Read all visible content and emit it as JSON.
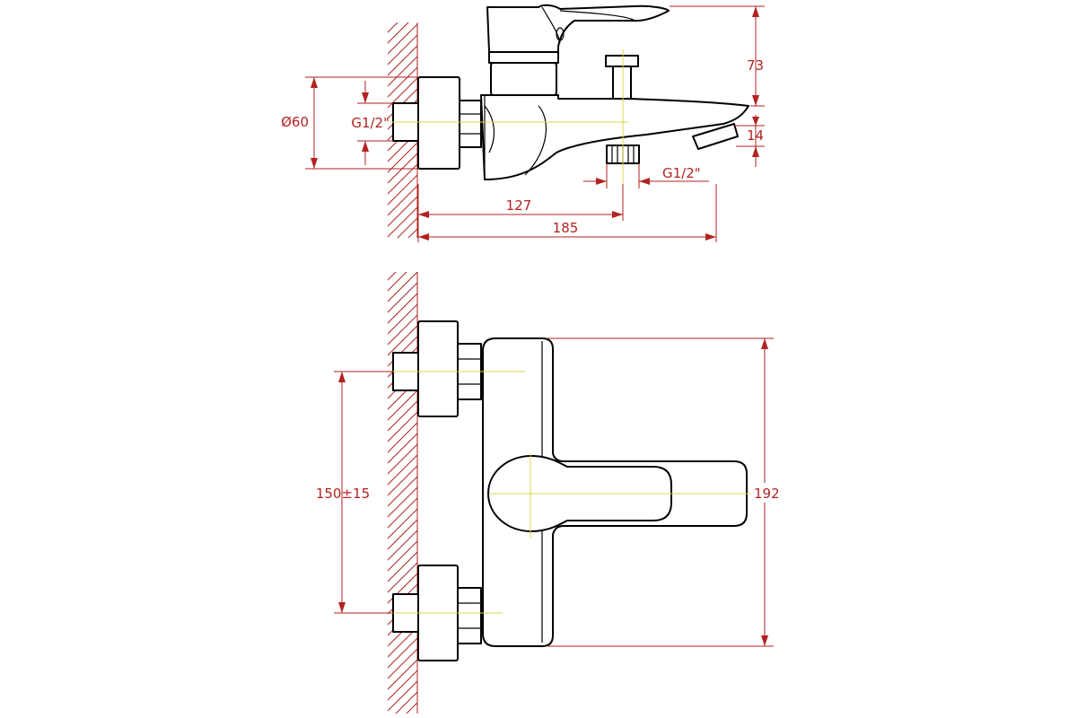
{
  "colors": {
    "outline": "#000000",
    "dimension": "#b22222",
    "centerline": "#d8d84a",
    "wall_hatch": "#b22222",
    "background": "#ffffff"
  },
  "side_view": {
    "dims": {
      "diameter": "Ø60",
      "inlet_thread": "G1/2\"",
      "height_top": "73",
      "spout_drop": "14",
      "outlet_thread": "G1/2\"",
      "to_outlet": "127",
      "overall_depth": "185"
    }
  },
  "front_view": {
    "dims": {
      "inlet_spacing": "150±15",
      "overall_width": "192"
    }
  }
}
